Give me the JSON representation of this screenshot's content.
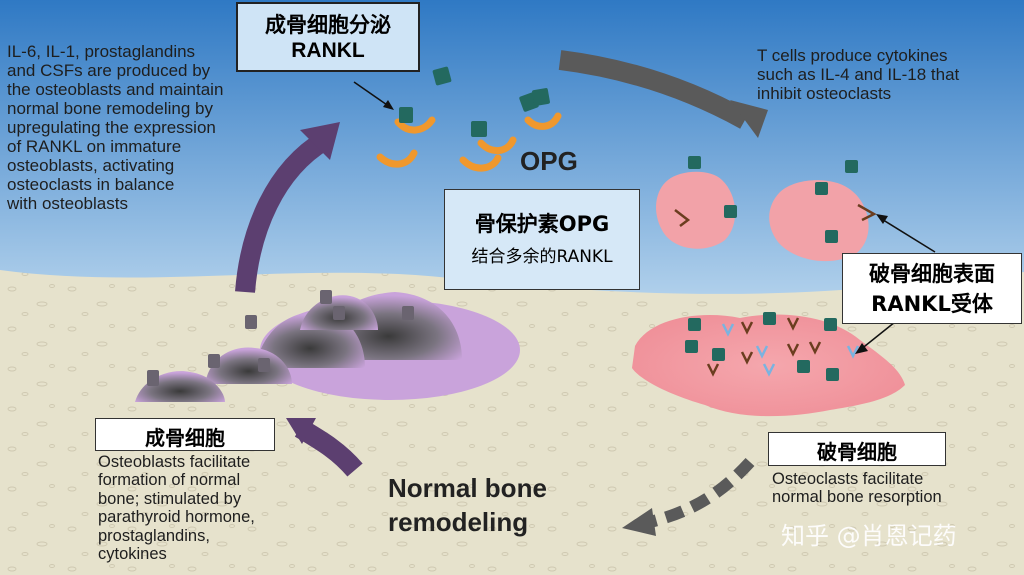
{
  "top_left_text": "IL-6, IL-1, prostaglandins\nand CSFs are produced by\nthe osteoblasts and maintain\nnormal bone remodeling by\nupregulating the expression\nof RANKL on immature\nosteoblasts, activating\nosteoclasts in balance\nwith osteoblasts",
  "top_right_text": "T cells produce cytokines\nsuch as IL-4 and IL-18 that\ninhibit osteoclasts",
  "rankl_box": {
    "line1": "成骨细胞分泌",
    "line2": "RANKL"
  },
  "opg_label": "OPG",
  "opg_box": {
    "title": "骨保护素OPG",
    "subtitle": "结合多余的RANKL"
  },
  "receptor_box": {
    "line1": "破骨细胞表面",
    "line2": "RANKL受体"
  },
  "osteoblast_box": {
    "title": "成骨细胞",
    "desc": "Osteoblasts facilitate\nformation of normal\nbone; stimulated by\nparathyroid hormone,\nprostaglandins,\ncytokines"
  },
  "osteoclast_box": {
    "title": "破骨细胞",
    "desc": "Osteoclasts facilitate\nnormal bone resorption"
  },
  "center_label": "Normal bone\nremodeling",
  "watermark": "知乎 @肖恩记药",
  "colors": {
    "sky_top": "#2f79c4",
    "bone": "#e6e2cc",
    "osteoblast": "#c7a1d8",
    "osteoclast": "#f2a2a8",
    "rankl": "#23695f",
    "opg": "#f0982d",
    "arrow_purple": "#5c3f70",
    "arrow_gray": "#5a5a5a"
  }
}
